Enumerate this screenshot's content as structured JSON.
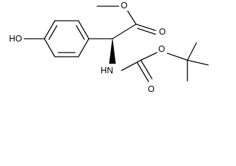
{
  "labels": {
    "ho": "HO",
    "ester_o": "O",
    "ester_carbonyl_o": "O",
    "nh": "HN",
    "boc_o": "O",
    "boc_carbonyl_o": "O"
  }
}
